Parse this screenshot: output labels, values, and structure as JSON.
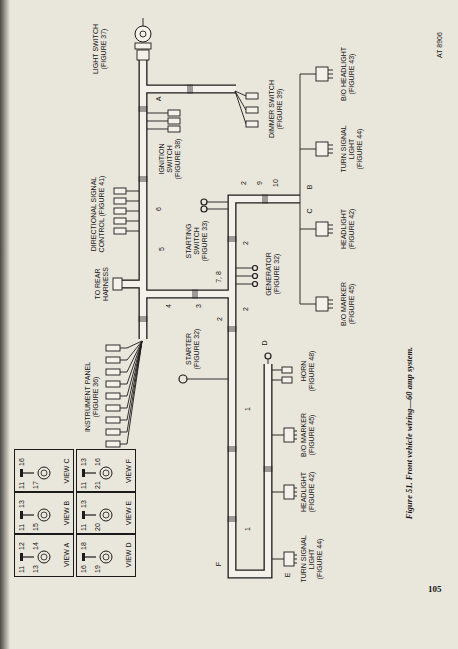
{
  "diagram": {
    "caption": "Figure 51. Front vehicle wiring—60 amp system.",
    "nodes": [
      {
        "text": [
          "11",
          "12",
          "13",
          "14",
          "VIEW A"
        ]
      },
      {
        "text": [
          "11",
          "13",
          "15",
          "VIEW B"
        ]
      },
      {
        "text": [
          "11",
          "16",
          "17",
          "VIEW C"
        ]
      },
      {
        "text": [
          "16",
          "18",
          "19",
          "VIEW D"
        ]
      },
      {
        "text": [
          "11",
          "13",
          "20",
          "VIEW E"
        ]
      },
      {
        "text": [
          "11",
          "13",
          "21",
          "16",
          "VIEW F"
        ]
      }
    ],
    "labels": [
      "LIGHT SWITCH (FIGURE 37)",
      "IGNITION SWITCH (FIGURE 38)",
      "DIRECTIONAL SIGNAL CONTROL (FIGURE 41)",
      "TO REAR HARNESS",
      "INSTRUMENT PANEL (FIGURE 36)",
      "STARTING SWITCH (FIGURE 33)",
      "STARTER (FIGURE 32)",
      "DIMMER SWITCH (FIGURE 39)",
      "GENERATOR (FIGURE 32)",
      "HORN (FIGURE 48)",
      "B/O HEADLIGHT (FIGURE 43)",
      "TURN SIGNAL LIGHT (FIGURE 44)",
      "HEADLIGHT (FIGURE 42)",
      "B/O MARKER (FIGURE 45)",
      "B/O MARKER (FIGURE 45)",
      "HEADLIGHT (FIGURE 42)",
      "TURN SIGNAL LIGHT (FIGURE 44)",
      "1",
      "1",
      "2",
      "2",
      "2",
      "2",
      "3",
      "4",
      "5",
      "6",
      "7, 8",
      "9",
      "10",
      "A",
      "B",
      "C",
      "D",
      "E",
      "F",
      "AT 8906",
      "105"
    ]
  }
}
